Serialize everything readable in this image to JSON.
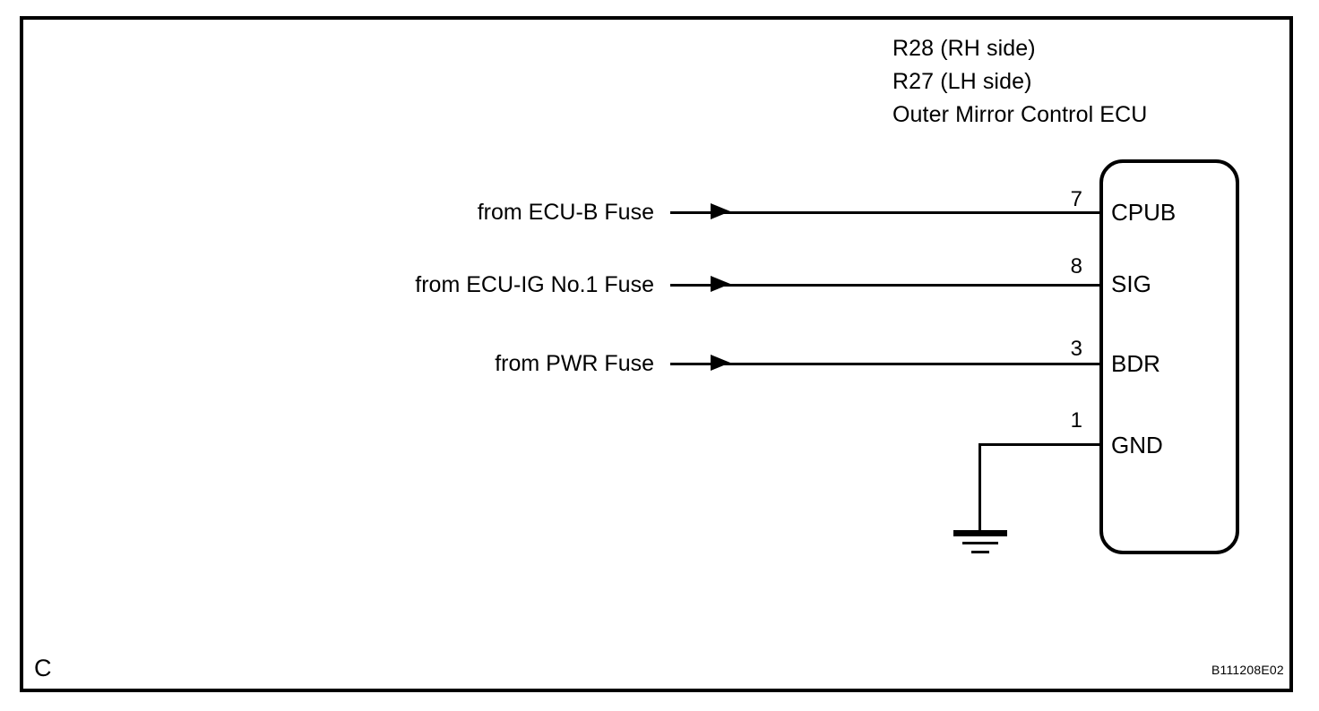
{
  "diagram": {
    "header_lines": [
      "R28 (RH side)",
      "R27 (LH side)",
      "Outer Mirror Control ECU"
    ],
    "corner_letter": "C",
    "reference_code": "B111208E02",
    "connector": {
      "terminals": [
        {
          "pin": "7",
          "name": "CPUB",
          "source": "from ECU-B Fuse"
        },
        {
          "pin": "8",
          "name": "SIG",
          "source": "from ECU-IG No.1  Fuse"
        },
        {
          "pin": "3",
          "name": "BDR",
          "source": "from PWR Fuse"
        },
        {
          "pin": "1",
          "name": "GND",
          "source": ""
        }
      ]
    },
    "ground": {
      "symbol": "earth-ground"
    },
    "colors": {
      "line": "#000000",
      "background": "#ffffff"
    }
  }
}
